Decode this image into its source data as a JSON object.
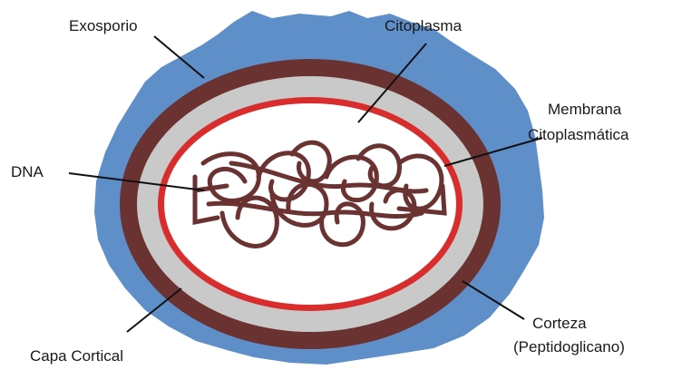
{
  "labels": {
    "exosporio": "Exosporio",
    "citoplasma": "Citoplasma",
    "membrana_line1": "Membrana",
    "membrana_line2": "Citoplasmática",
    "dna": "DNA",
    "corteza_line1": "Corteza",
    "corteza_line2": "(Peptidoglicano)",
    "capa_cortical": "Capa Cortical"
  },
  "colors": {
    "exosporium": "#5f8fc9",
    "coat": "#6b3232",
    "cortex": "#c9c9c9",
    "membrane": "#d92d2d",
    "cytoplasm": "#ffffff",
    "dna": "#6b3232",
    "leader": "#111111",
    "text": "#1a1a1a"
  }
}
